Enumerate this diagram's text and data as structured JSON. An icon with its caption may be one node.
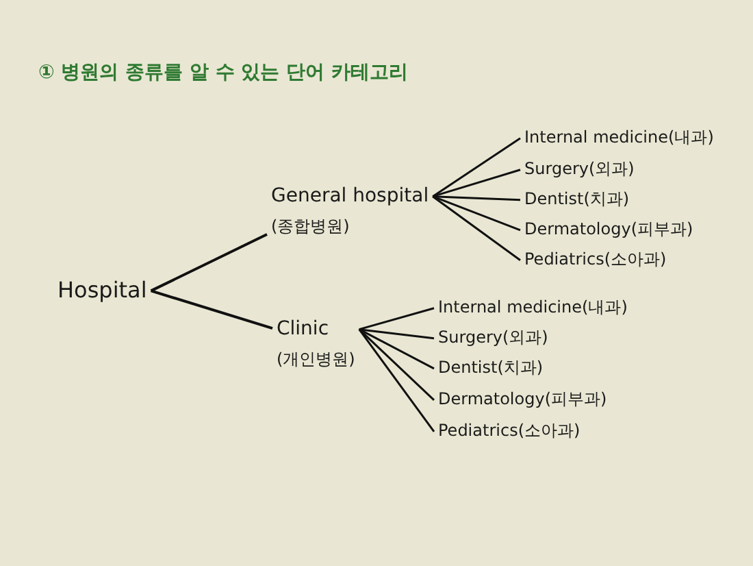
{
  "diagram": {
    "title": "① 병원의 종류를 알 수 있는 단어 카테고리",
    "nodes": [
      {
        "text": [
          "Hospital"
        ]
      },
      {
        "text": [
          "General hospital",
          "(종합병원)"
        ]
      },
      {
        "text": [
          "Internal medicine(내과)"
        ]
      },
      {
        "text": [
          "Surgery(외과)"
        ]
      },
      {
        "text": [
          "Dentist(치과)"
        ]
      },
      {
        "text": [
          "Dermatology(피부과)"
        ]
      },
      {
        "text": [
          "Pediatrics(소아과)"
        ]
      },
      {
        "text": [
          "Clinic",
          "(개인병원)"
        ]
      },
      {
        "text": [
          "Internal medicine(내과)"
        ]
      },
      {
        "text": [
          "Surgery(외과)"
        ]
      },
      {
        "text": [
          "Dentist(치과)"
        ]
      },
      {
        "text": [
          "Dermatology(피부과)"
        ]
      },
      {
        "text": [
          "Pediatrics(소아과)"
        ]
      }
    ],
    "edges": [
      {
        "from": 0,
        "to": 1,
        "arrow": "none"
      },
      {
        "from": 0,
        "to": 7,
        "arrow": "none"
      },
      {
        "from": 1,
        "to": 2,
        "arrow": "none"
      },
      {
        "from": 1,
        "to": 3,
        "arrow": "none"
      },
      {
        "from": 1,
        "to": 4,
        "arrow": "none"
      },
      {
        "from": 1,
        "to": 5,
        "arrow": "none"
      },
      {
        "from": 1,
        "to": 6,
        "arrow": "none"
      },
      {
        "from": 7,
        "to": 8,
        "arrow": "none"
      },
      {
        "from": 7,
        "to": 9,
        "arrow": "none"
      },
      {
        "from": 7,
        "to": 10,
        "arrow": "none"
      },
      {
        "from": 7,
        "to": 11,
        "arrow": "none"
      },
      {
        "from": 7,
        "to": 12,
        "arrow": "none"
      }
    ]
  }
}
